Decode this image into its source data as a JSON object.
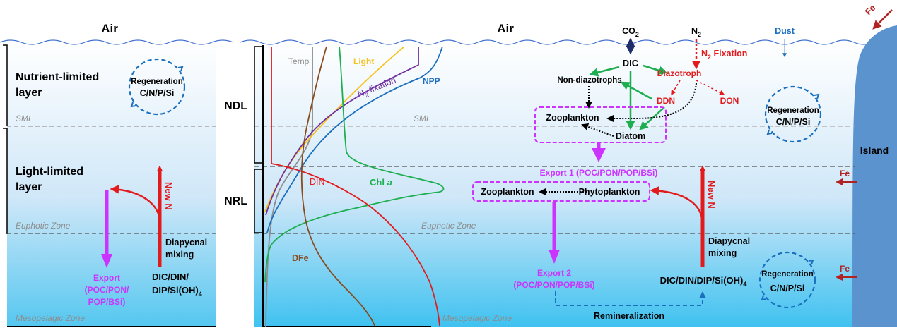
{
  "left": {
    "air": "Air",
    "nutrient_limited_l1": "Nutrient-limited",
    "nutrient_limited_l2": "layer",
    "sml": "SML",
    "light_limited_l1": "Light-limited",
    "light_limited_l2": "layer",
    "euphotic": "Euphotic Zone",
    "mesopelagic": "Mesopelagic Zone",
    "regen_title": "Regeneration",
    "regen_elems": "C/N/P/Si",
    "new_n": "New N",
    "diapycnal_l1": "Diapycnal",
    "diapycnal_l2": "mixing",
    "export_l1": "Export",
    "export_l2": "(POC/PON/",
    "export_l3": "POP/BSi)",
    "dic_l1": "DIC/DIN/",
    "dic_l2": "DIP/Si(OH)",
    "dic_sub": "4"
  },
  "profiles": {
    "ndl": "NDL",
    "nrl": "NRL",
    "temp": "Temp",
    "light": "Light",
    "n2_pre": "N",
    "n2_sub": "2",
    "n2_post": " fixation",
    "npp": "NPP",
    "chl_pre": "Chl ",
    "chl_it": "a",
    "din": "DIN",
    "dfe": "DFe",
    "sml": "SML",
    "euphotic": "Euphotic Zone",
    "mesopelagic": "Mesopelagic Zone"
  },
  "right": {
    "air": "Air",
    "co2_pre": "CO",
    "co2_sub": "2",
    "n2_pre": "N",
    "n2_sub": "2",
    "dust": "Dust",
    "fe": "Fe",
    "dic": "DIC",
    "n2fix_pre": "N",
    "n2fix_sub": "2",
    "n2fix_post": " Fixation",
    "non_diazotrophs": "Non-diazotrophs",
    "diazotroph": "Diazotroph",
    "ddn": "DDN",
    "don": "DON",
    "zooplankton": "Zooplankton",
    "diatom": "Diatom",
    "phytoplankton": "Phytoplankton",
    "export1": "Export 1 (POC/PON/POP/BSi)",
    "export2_l1": "Export 2",
    "export2_l2": "(POC/PON/POP/BSi)",
    "new_n": "New N",
    "diapycnal_l1": "Diapycnal",
    "diapycnal_l2": "mixing",
    "dic_pre": "DIC/DIN/DIP/Si(OH)",
    "dic_sub": "4",
    "remineralization": "Remineralization",
    "regen_title": "Regeneration",
    "regen_elems": "C/N/P/Si",
    "island": "Island"
  },
  "colors": {
    "green": "#1daf4f",
    "red": "#e31a1c",
    "magenta": "#cc33ff",
    "blue": "#1b6fbf",
    "navy": "#1f2d6b",
    "brown": "#8a4a1c",
    "gold": "#f6c21b",
    "purple": "#7030a0",
    "gray": "#8c8c8c",
    "darkred": "#b22222"
  }
}
